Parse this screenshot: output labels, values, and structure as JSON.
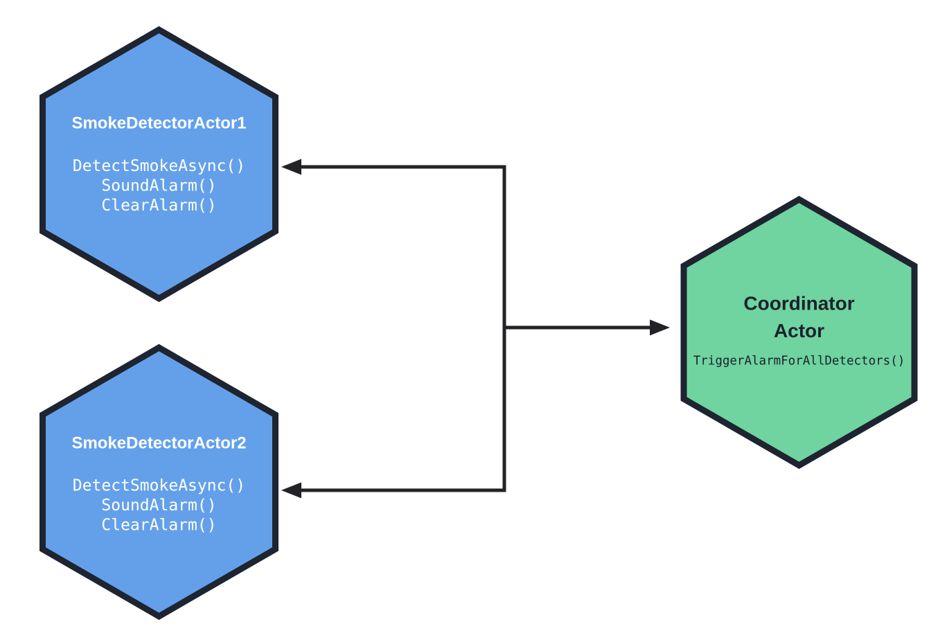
{
  "diagram": {
    "type": "actor-hexagon-diagram",
    "colors": {
      "canvas_bg": "#ffffff",
      "detector_fill": "#64a0ea",
      "coordinator_fill": "#6fd4a0",
      "node_border": "#1e2430",
      "arrow": "#232327",
      "detector_text": "#ffffff",
      "coordinator_text": "#1b222c"
    },
    "nodes": [
      {
        "id": "smoke-detector-actor-1",
        "shape": "hexagon",
        "title": "SmokeDetectorActor1",
        "methods": [
          "DetectSmokeAsync()",
          "SoundAlarm()",
          "ClearAlarm()"
        ]
      },
      {
        "id": "smoke-detector-actor-2",
        "shape": "hexagon",
        "title": "SmokeDetectorActor2",
        "methods": [
          "DetectSmokeAsync()",
          "SoundAlarm()",
          "ClearAlarm()"
        ]
      },
      {
        "id": "coordinator-actor",
        "shape": "hexagon",
        "title_line1": "Coordinator",
        "title_line2": "Actor",
        "methods": [
          "TriggerAlarmForAllDetectors()"
        ]
      }
    ],
    "edges": {
      "style": "orthogonal",
      "description": "Trunk line joining all three nodes",
      "arrowheads_point_to": [
        "smoke-detector-actor-1",
        "smoke-detector-actor-2",
        "coordinator-actor"
      ]
    }
  }
}
